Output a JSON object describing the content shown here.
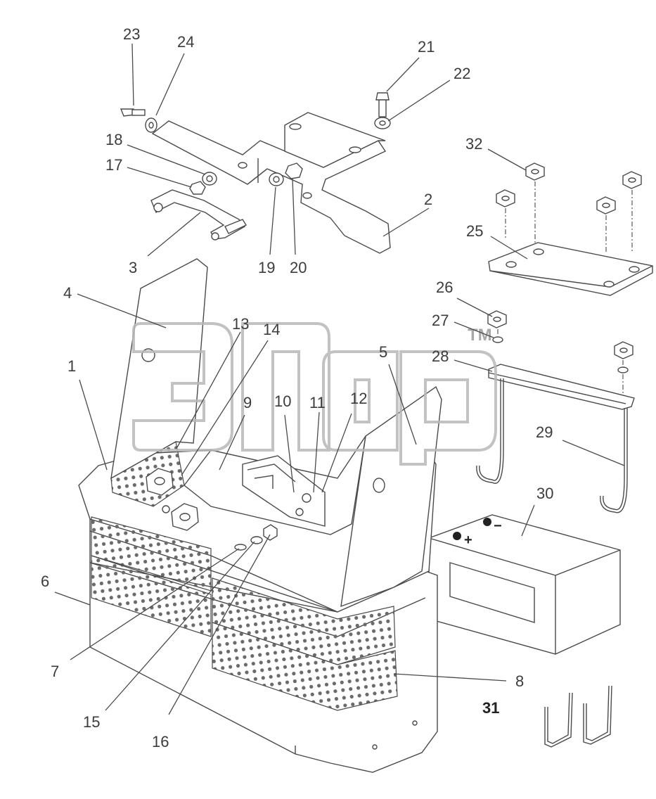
{
  "diagram": {
    "callouts": [
      {
        "id": "c1",
        "text": "1"
      },
      {
        "id": "c2",
        "text": "2"
      },
      {
        "id": "c3",
        "text": "3"
      },
      {
        "id": "c4",
        "text": "4"
      },
      {
        "id": "c5",
        "text": "5"
      },
      {
        "id": "c6",
        "text": "6"
      },
      {
        "id": "c7",
        "text": "7"
      },
      {
        "id": "c8",
        "text": "8"
      },
      {
        "id": "c9",
        "text": "9"
      },
      {
        "id": "c10",
        "text": "10"
      },
      {
        "id": "c11",
        "text": "11"
      },
      {
        "id": "c12",
        "text": "12"
      },
      {
        "id": "c13",
        "text": "13"
      },
      {
        "id": "c14",
        "text": "14"
      },
      {
        "id": "c15",
        "text": "15"
      },
      {
        "id": "c16",
        "text": "16"
      },
      {
        "id": "c17",
        "text": "17"
      },
      {
        "id": "c18",
        "text": "18"
      },
      {
        "id": "c19",
        "text": "19"
      },
      {
        "id": "c20",
        "text": "20"
      },
      {
        "id": "c21",
        "text": "21"
      },
      {
        "id": "c22",
        "text": "22"
      },
      {
        "id": "c23",
        "text": "23"
      },
      {
        "id": "c24",
        "text": "24"
      },
      {
        "id": "c25",
        "text": "25"
      },
      {
        "id": "c26",
        "text": "26"
      },
      {
        "id": "c27",
        "text": "27"
      },
      {
        "id": "c28",
        "text": "28"
      },
      {
        "id": "c29",
        "text": "29"
      },
      {
        "id": "c30",
        "text": "30"
      },
      {
        "id": "c31",
        "text": "31"
      },
      {
        "id": "c32",
        "text": "32"
      }
    ],
    "watermark": {
      "trademark": "TM"
    },
    "battery": {
      "plus_symbol": "+",
      "minus_symbol": "−"
    }
  }
}
